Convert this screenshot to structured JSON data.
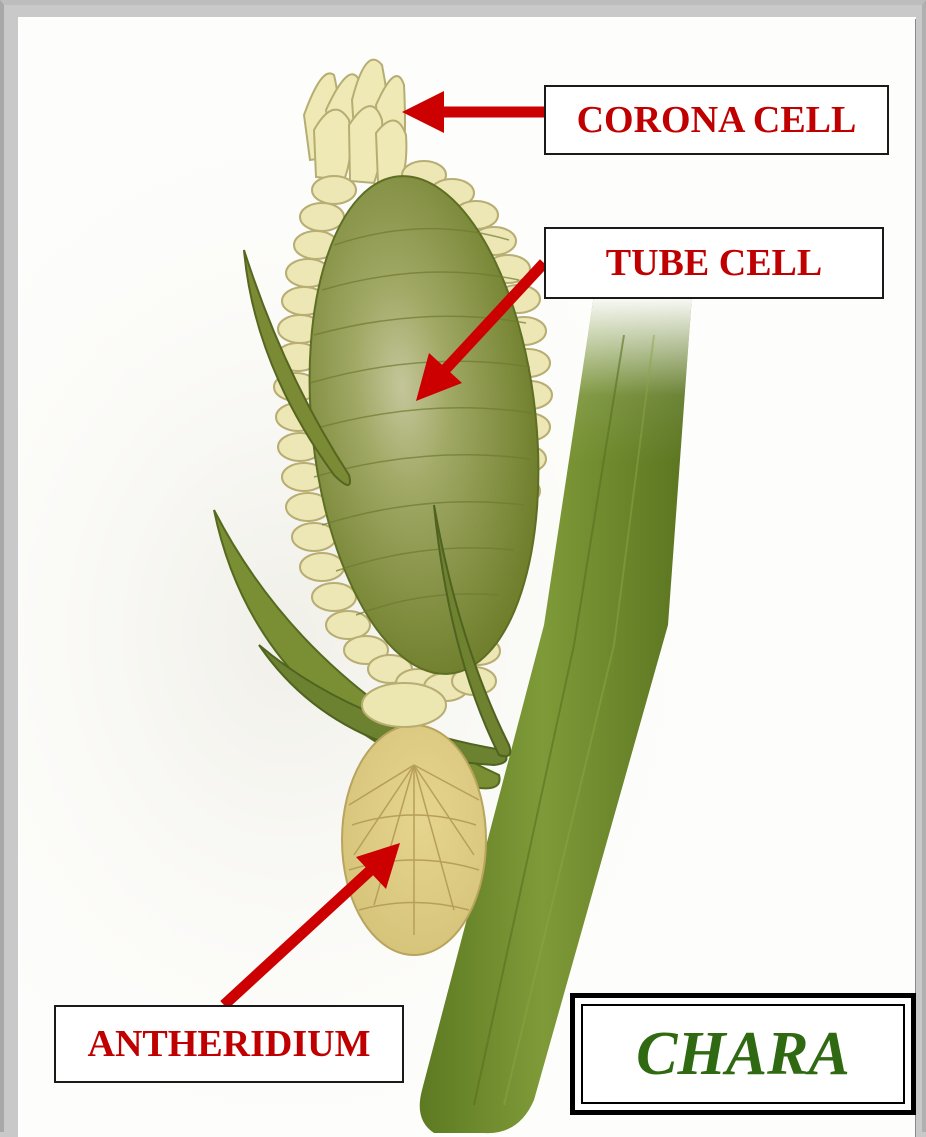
{
  "labels": {
    "corona": "CORONA CELL",
    "tube": "TUBE CELL",
    "antheridium": "ANTHERIDIUM"
  },
  "title": "CHARA",
  "colors": {
    "label_text": "#c00000",
    "arrow": "#cc0000",
    "title_text": "#2f6a12",
    "stem_green": "#6f8a2c",
    "oogonium_green": "#8a9a45",
    "cell_cream": "#ece7b4",
    "background": "#fdfdfb"
  }
}
